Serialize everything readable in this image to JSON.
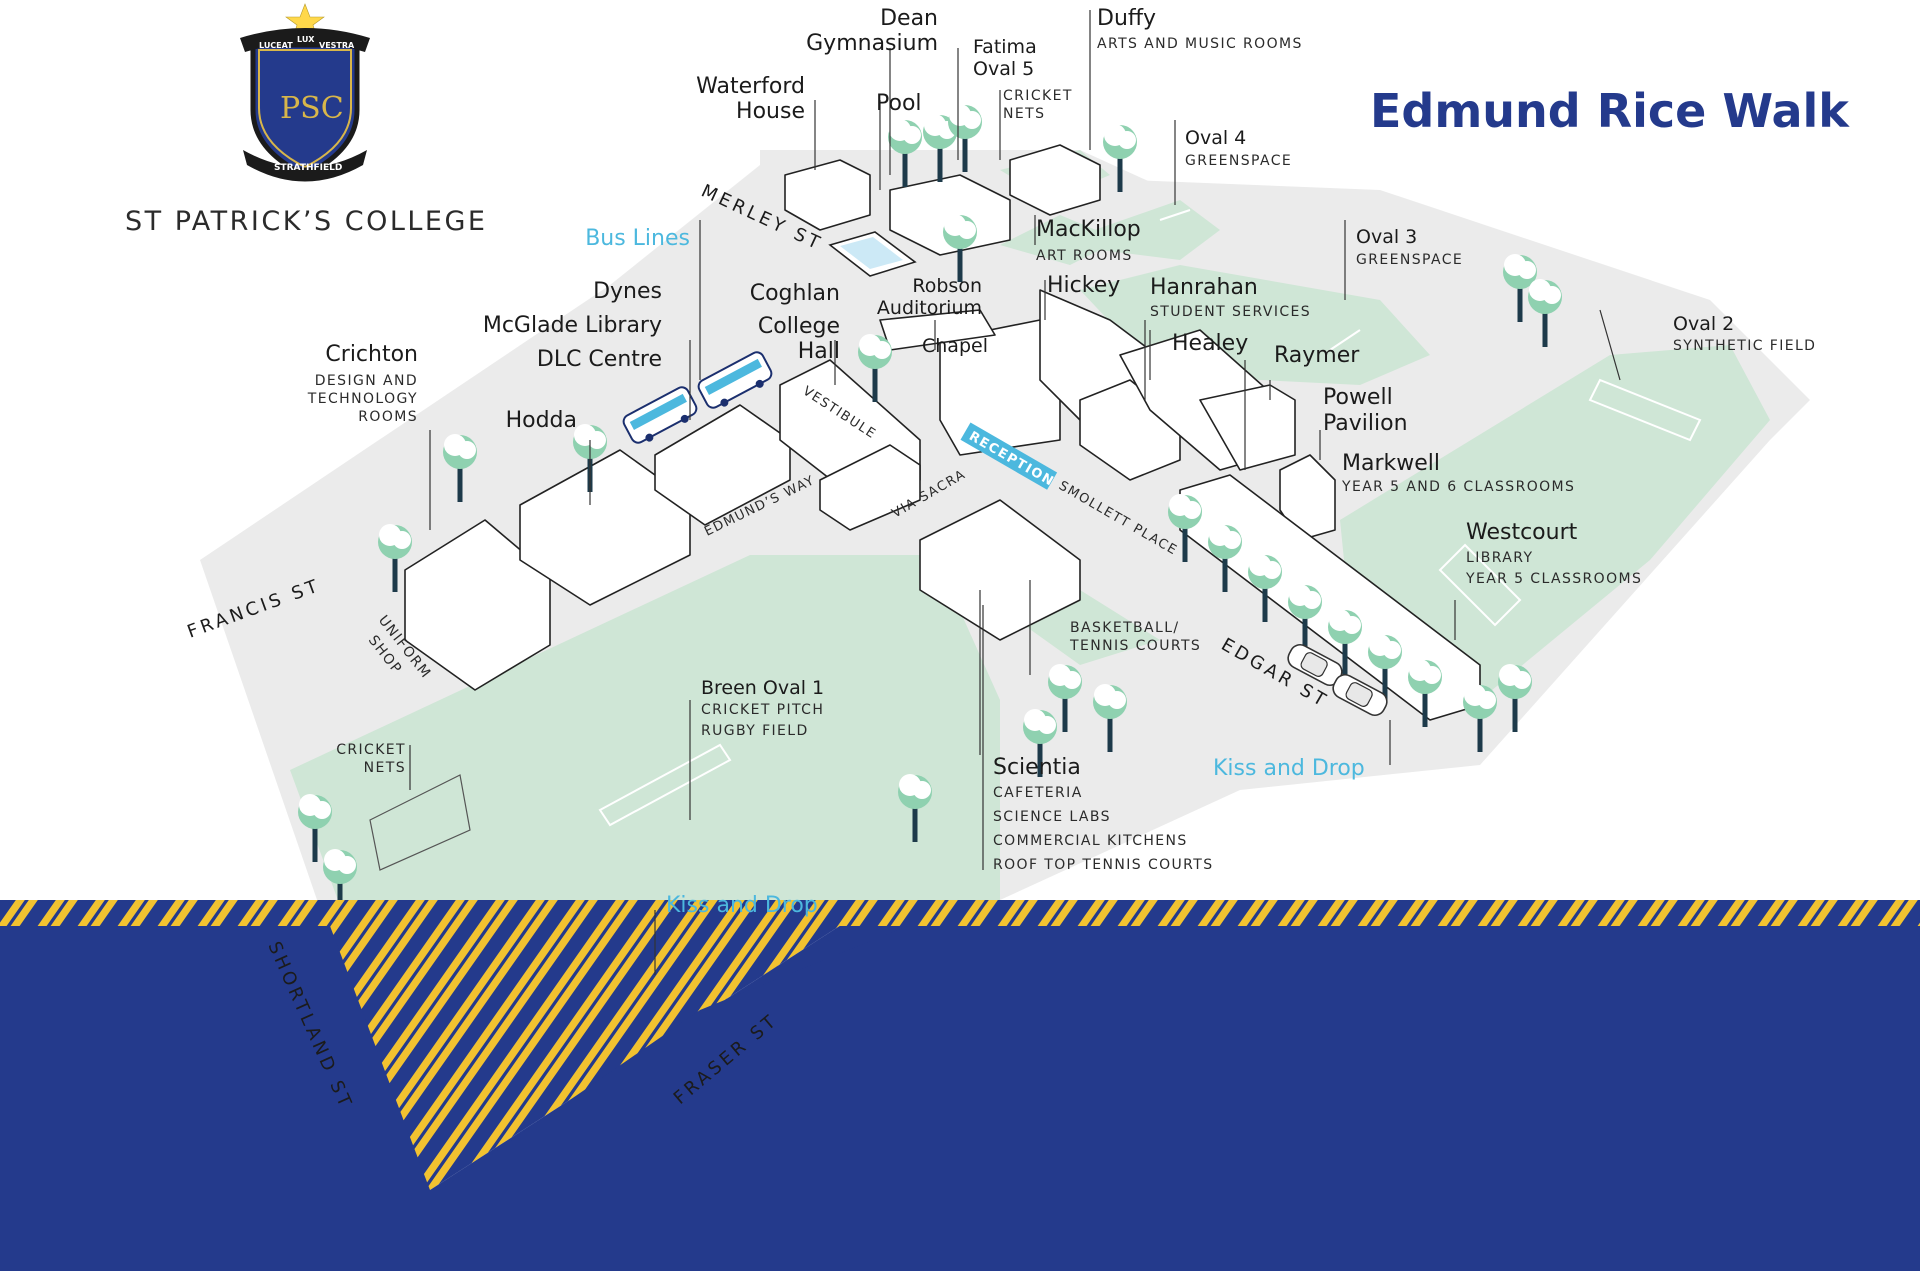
{
  "header": {
    "title": "Edmund Rice Walk",
    "college_name": "ST PATRICK’S COLLEGE",
    "crest_text": [
      "LUCEAT",
      "LUX",
      "VESTRA",
      "STRATHFIELD",
      "PSC"
    ]
  },
  "colors": {
    "brand_navy": "#243a8c",
    "accent_blue": "#4cb8de",
    "green_space": "#cfe6d6",
    "tree_green": "#8fd1b0",
    "road": "#ebebeb",
    "hazard_yellow": "#f2c230",
    "crest_gold": "#d8b64a"
  },
  "labels": {
    "dean_gymnasium": {
      "name": [
        "Dean",
        "Gymnasium"
      ]
    },
    "fatima_oval_5": {
      "name": [
        "Fatima",
        "Oval 5"
      ]
    },
    "fatima_cricket_nets": {
      "sub": [
        "CRICKET",
        "NETS"
      ]
    },
    "duffy": {
      "name": "Duffy",
      "sub": "ARTS AND MUSIC ROOMS"
    },
    "waterford_house": {
      "name": [
        "Waterford",
        "House"
      ]
    },
    "pool": {
      "name": "Pool"
    },
    "oval_4": {
      "name": "Oval 4",
      "sub": "GREENSPACE"
    },
    "bus_lines": {
      "name": "Bus Lines"
    },
    "mackillop": {
      "name": "MacKillop",
      "sub": "ART ROOMS"
    },
    "oval_3": {
      "name": "Oval 3",
      "sub": "GREENSPACE"
    },
    "dynes": {
      "name": "Dynes"
    },
    "mcglade_library": {
      "name": "McGlade Library"
    },
    "dlc_centre": {
      "name": "DLC Centre"
    },
    "coghlan_college_hall": {
      "name": [
        "Coghlan",
        "College",
        "Hall"
      ]
    },
    "robson_auditorium": {
      "name": [
        "Robson",
        "Auditorium"
      ]
    },
    "hickey": {
      "name": "Hickey"
    },
    "hanrahan": {
      "name": "Hanrahan",
      "sub": "STUDENT SERVICES"
    },
    "chapel": {
      "name": "Chapel"
    },
    "healey": {
      "name": "Healey"
    },
    "raymer": {
      "name": "Raymer"
    },
    "oval_2": {
      "name": "Oval 2",
      "sub": "SYNTHETIC FIELD"
    },
    "crichton": {
      "name": "Crichton",
      "sub": [
        "DESIGN AND",
        "TECHNOLOGY",
        "ROOMS"
      ]
    },
    "hodda": {
      "name": "Hodda"
    },
    "powell_pavilion": {
      "name": [
        "Powell",
        "Pavilion"
      ]
    },
    "markwell": {
      "name": "Markwell",
      "sub": "YEAR 5 AND 6 CLASSROOMS"
    },
    "westcourt": {
      "name": "Westcourt",
      "sub": [
        "LIBRARY",
        "YEAR 5 CLASSROOMS"
      ]
    },
    "basketball_tennis": {
      "sub": [
        "BASKETBALL/",
        "TENNIS COURTS"
      ]
    },
    "breen_oval_1": {
      "name": "Breen Oval 1",
      "sub": [
        "CRICKET PITCH",
        "RUGBY FIELD"
      ]
    },
    "cricket_nets": {
      "sub": [
        "CRICKET",
        "NETS"
      ]
    },
    "scientia": {
      "name": "Scientia",
      "sub": [
        "CAFETERIA",
        "SCIENCE LABS",
        "COMMERCIAL KITCHENS",
        "ROOF TOP TENNIS COURTS"
      ]
    },
    "kiss_and_drop_edgar": {
      "name": "Kiss and Drop"
    },
    "kiss_and_drop_fraser": {
      "name": "Kiss and Drop"
    },
    "uniform_shop": {
      "sub": [
        "UNIFORM",
        "SHOP"
      ]
    },
    "reception": {
      "name": "RECEPTION"
    }
  },
  "streets": {
    "merley_st": "MERLEY ST",
    "francis_st": "FRANCIS ST",
    "edgar_st": "EDGAR ST",
    "shortland_st": "SHORTLAND ST",
    "fraser_st": "FRASER ST"
  },
  "lanes": {
    "vestibule": "VESTIBULE",
    "edmunds_way": "EDMUND’S WAY",
    "via_sacra": "VIA SACRA",
    "smollett_place": "SMOLLETT PLACE"
  }
}
